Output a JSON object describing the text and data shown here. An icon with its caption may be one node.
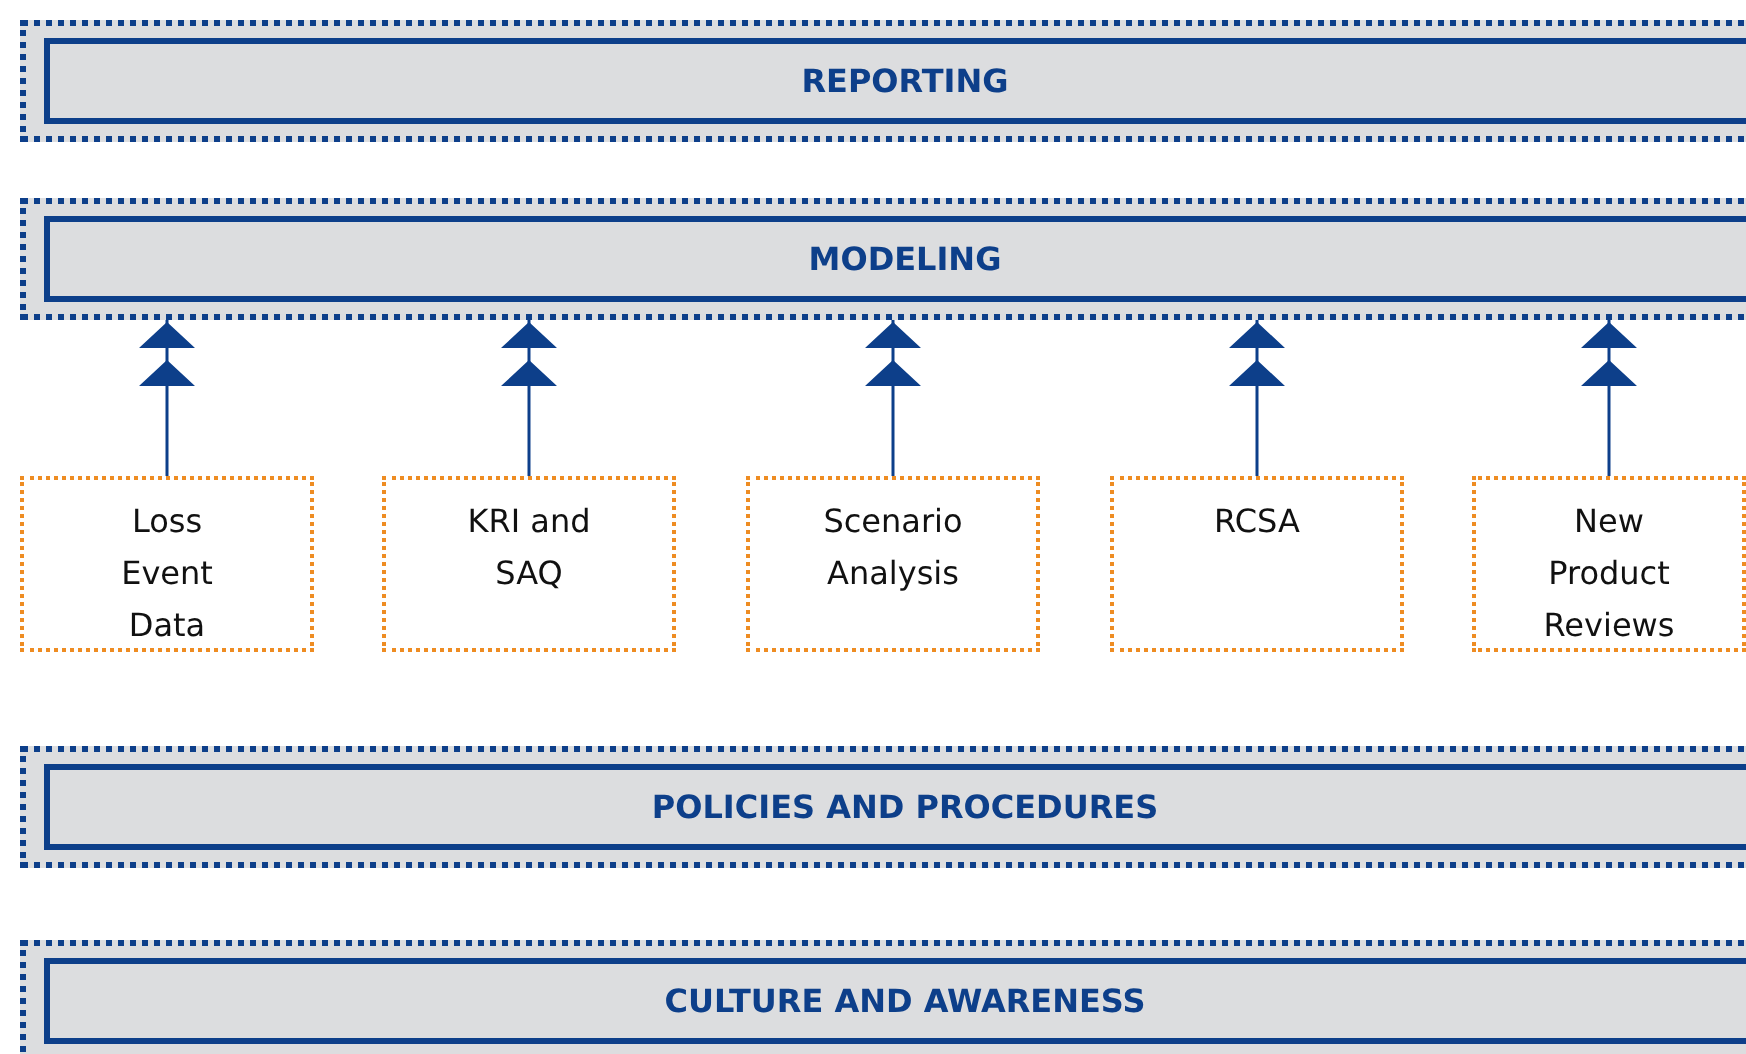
{
  "diagram": {
    "nodes": [
      {
        "text": [
          "REPORTING"
        ]
      },
      {
        "text": [
          "MODELING"
        ]
      },
      {
        "text": [
          "Loss Event Data"
        ]
      },
      {
        "text": [
          "KRI and SAQ"
        ]
      },
      {
        "text": [
          "Scenario Analysis"
        ]
      },
      {
        "text": [
          "RCSA"
        ]
      },
      {
        "text": [
          "New Product Reviews"
        ]
      },
      {
        "text": [
          "POLICIES AND PROCEDURES"
        ]
      },
      {
        "text": [
          "CULTURE AND AWARENESS"
        ]
      }
    ],
    "edges": [
      {
        "from": 2,
        "to": 1,
        "arrow": "to"
      },
      {
        "from": 3,
        "to": 1,
        "arrow": "to"
      },
      {
        "from": 4,
        "to": 1,
        "arrow": "to"
      },
      {
        "from": 5,
        "to": 1,
        "arrow": "to"
      },
      {
        "from": 6,
        "to": 1,
        "arrow": "to"
      }
    ]
  }
}
